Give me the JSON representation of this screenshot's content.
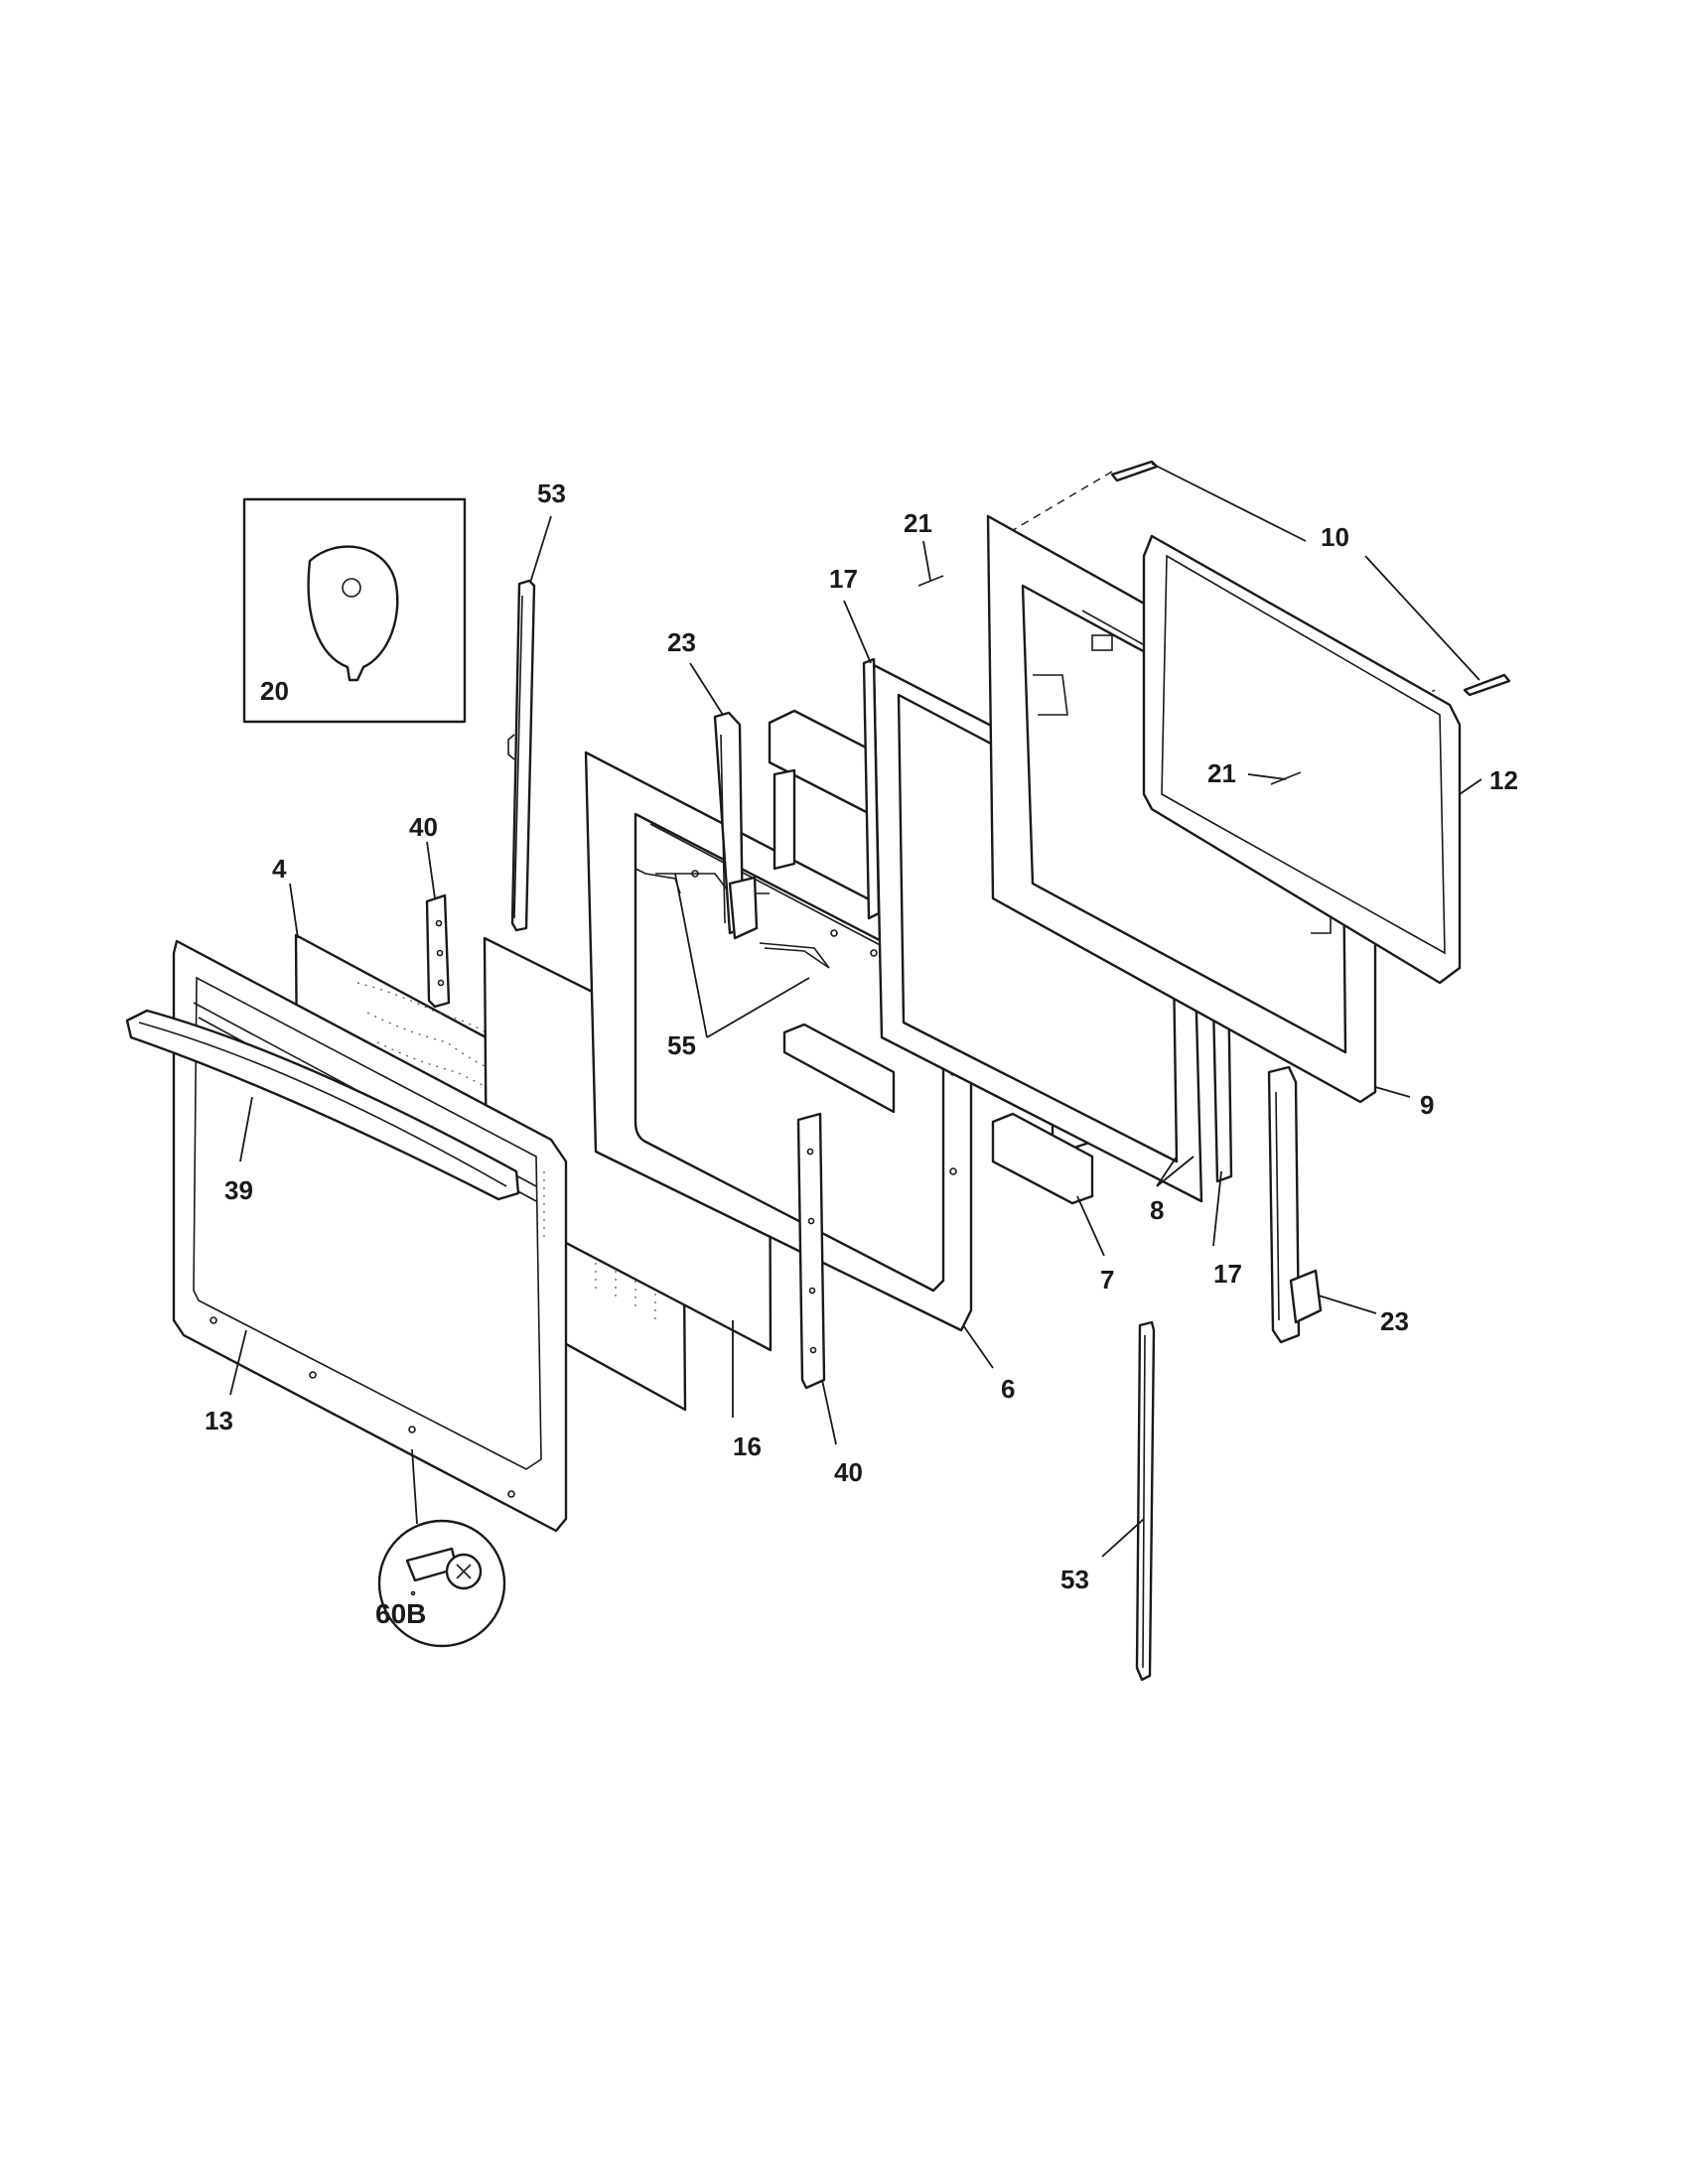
{
  "callouts": {
    "c53_top": "53",
    "c20": "20",
    "c40_left": "40",
    "c4": "4",
    "c39": "39",
    "c13": "13",
    "c60b": "60B",
    "c23_top": "23",
    "c55": "55",
    "c16": "16",
    "c40_bottom": "40",
    "c6": "6",
    "c17_top": "17",
    "c21_top": "21",
    "c10": "10",
    "c21_mid": "21",
    "c12": "12",
    "c9": "9",
    "c8": "8",
    "c7": "7",
    "c17_bottom": "17",
    "c23_bottom": "23",
    "c53_bottom": "53"
  }
}
